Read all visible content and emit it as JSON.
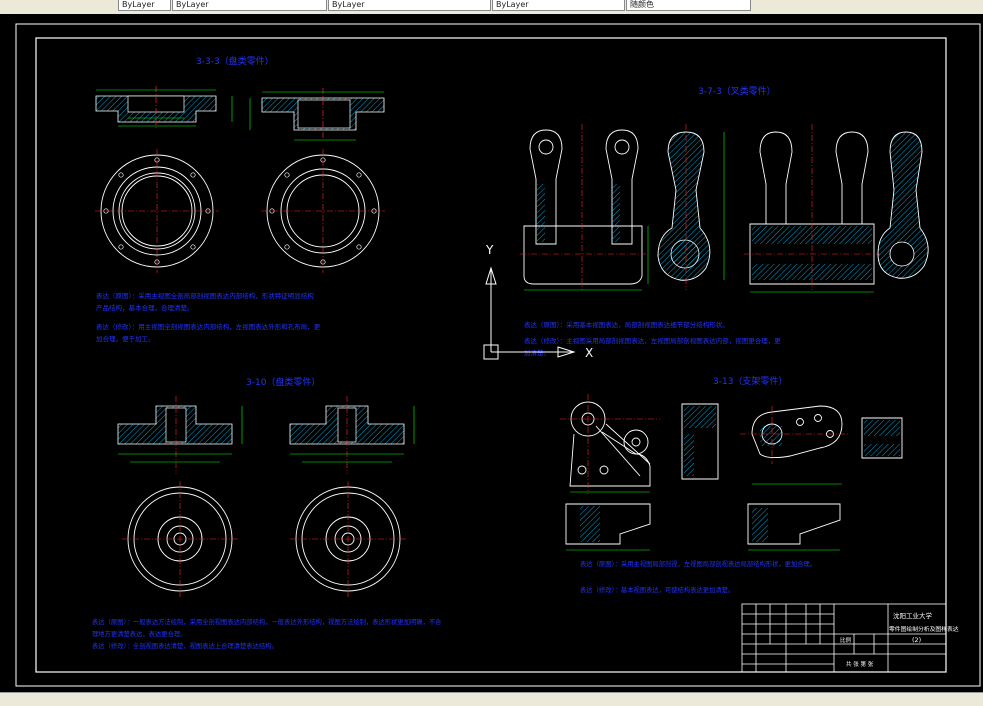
{
  "toolbar": {
    "fields": [
      "ByLayer",
      "ByLayer",
      "ByLayer",
      "随颜色"
    ]
  },
  "drawing": {
    "views": {
      "top_left": "3-3-3（盘类零件）",
      "top_right": "3-7-3（叉类零件）",
      "bottom_left": "3-10（盘类零件）",
      "bottom_right": "3-13（支架零件）"
    },
    "notes": {
      "tl_1": "表达（原图）：采用主视图全剖局部剖视图表达内部结构，形状特征明显结构",
      "tl_2": "产品结构，基本合理，合理清楚。",
      "tl_3": "表达（修改）：用主视图全剖视图表达内部结构，左视图表达外形和孔布局，更",
      "tl_4": "加合理，便于加工。",
      "tr_1": "表达（原图）：采用基本视图表达，局部剖视图表达细节部分结构形状。",
      "tr_2": "表达（修改）：主视图采用局部剖视图表达，左视图局部剖视图表达内部，视图更合理，更",
      "tr_3": "加清楚。",
      "bl_1": "表达（原图）：一般表达方法绘制，采用全剖视图表达内部结构，一般表达外形结构，视图方法绘制，表达形状更加明确，不合",
      "bl_2": "理地方更清楚表达，表达更合理。",
      "bl_3": "表达（修改）：全剖视图表达清楚，视图表达上合理清楚表达结构。",
      "br_1": "表达（原图）：采用主视图局部剖视，左视图局部剖视表达局部结构形状，更加合理。",
      "br_2": "表达（修改）：基本视图表达，可使结构表达更加清楚。"
    },
    "title_block": {
      "school": "沈阳工业大学",
      "title": "零件图绘制分析及图样表达",
      "number": "(2)",
      "scale": "比例",
      "sheet": "共 张 第 张"
    },
    "labels": {
      "y_axis": "Y",
      "x_axis": "X"
    }
  }
}
